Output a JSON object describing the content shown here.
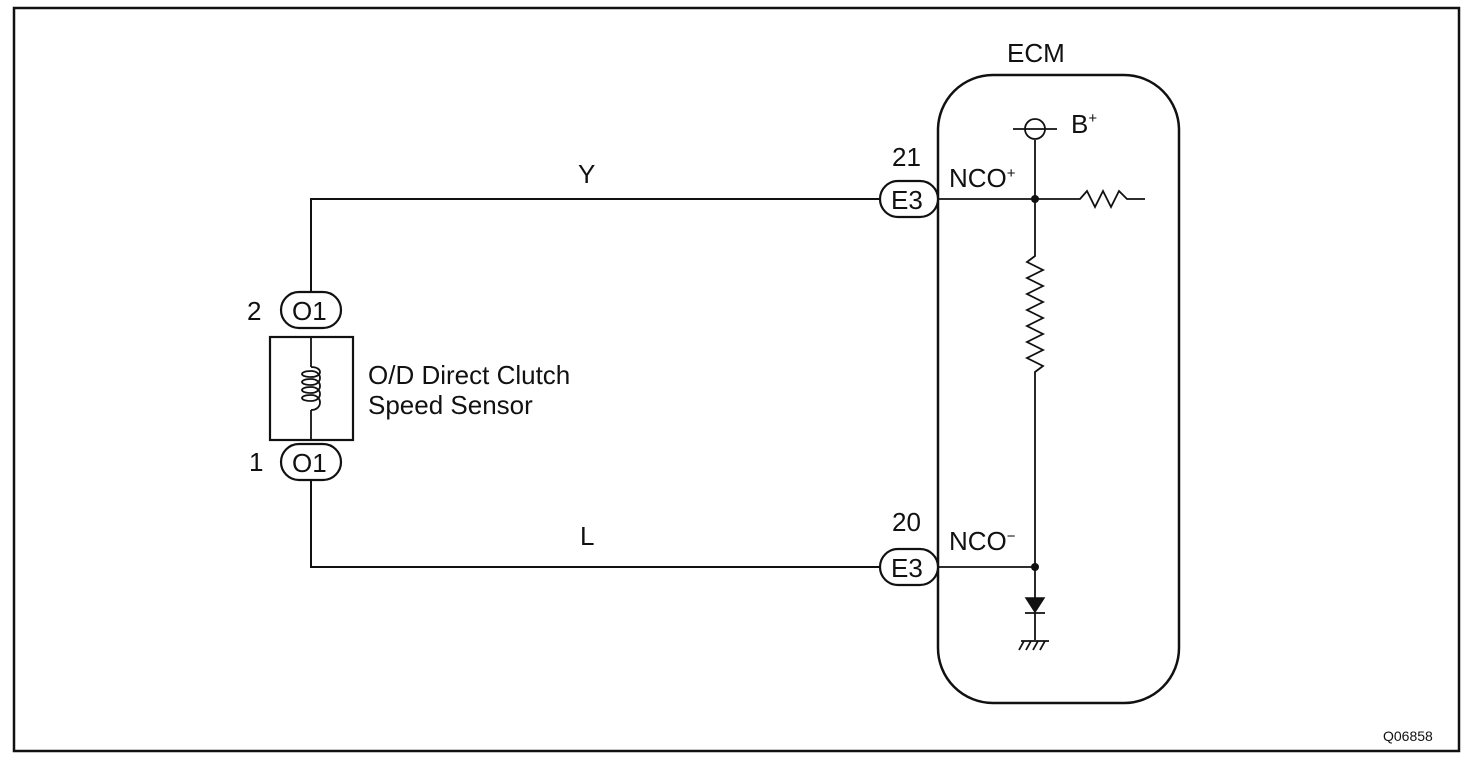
{
  "ecm": {
    "title": "ECM",
    "b_plus": "B",
    "b_plus_sup": "+",
    "pin_positive": {
      "number": "21",
      "connector": "E3",
      "name": "NCO",
      "polarity": "+"
    },
    "pin_negative": {
      "number": "20",
      "connector": "E3",
      "name": "NCO",
      "polarity": "−"
    }
  },
  "sensor": {
    "name_line1": "O/D Direct Clutch",
    "name_line2": "Speed Sensor",
    "pin_top": {
      "number": "2",
      "connector": "O1"
    },
    "pin_bottom": {
      "number": "1",
      "connector": "O1"
    }
  },
  "wires": {
    "top_color": "Y",
    "bottom_color": "L"
  },
  "figure_id": "Q06858"
}
